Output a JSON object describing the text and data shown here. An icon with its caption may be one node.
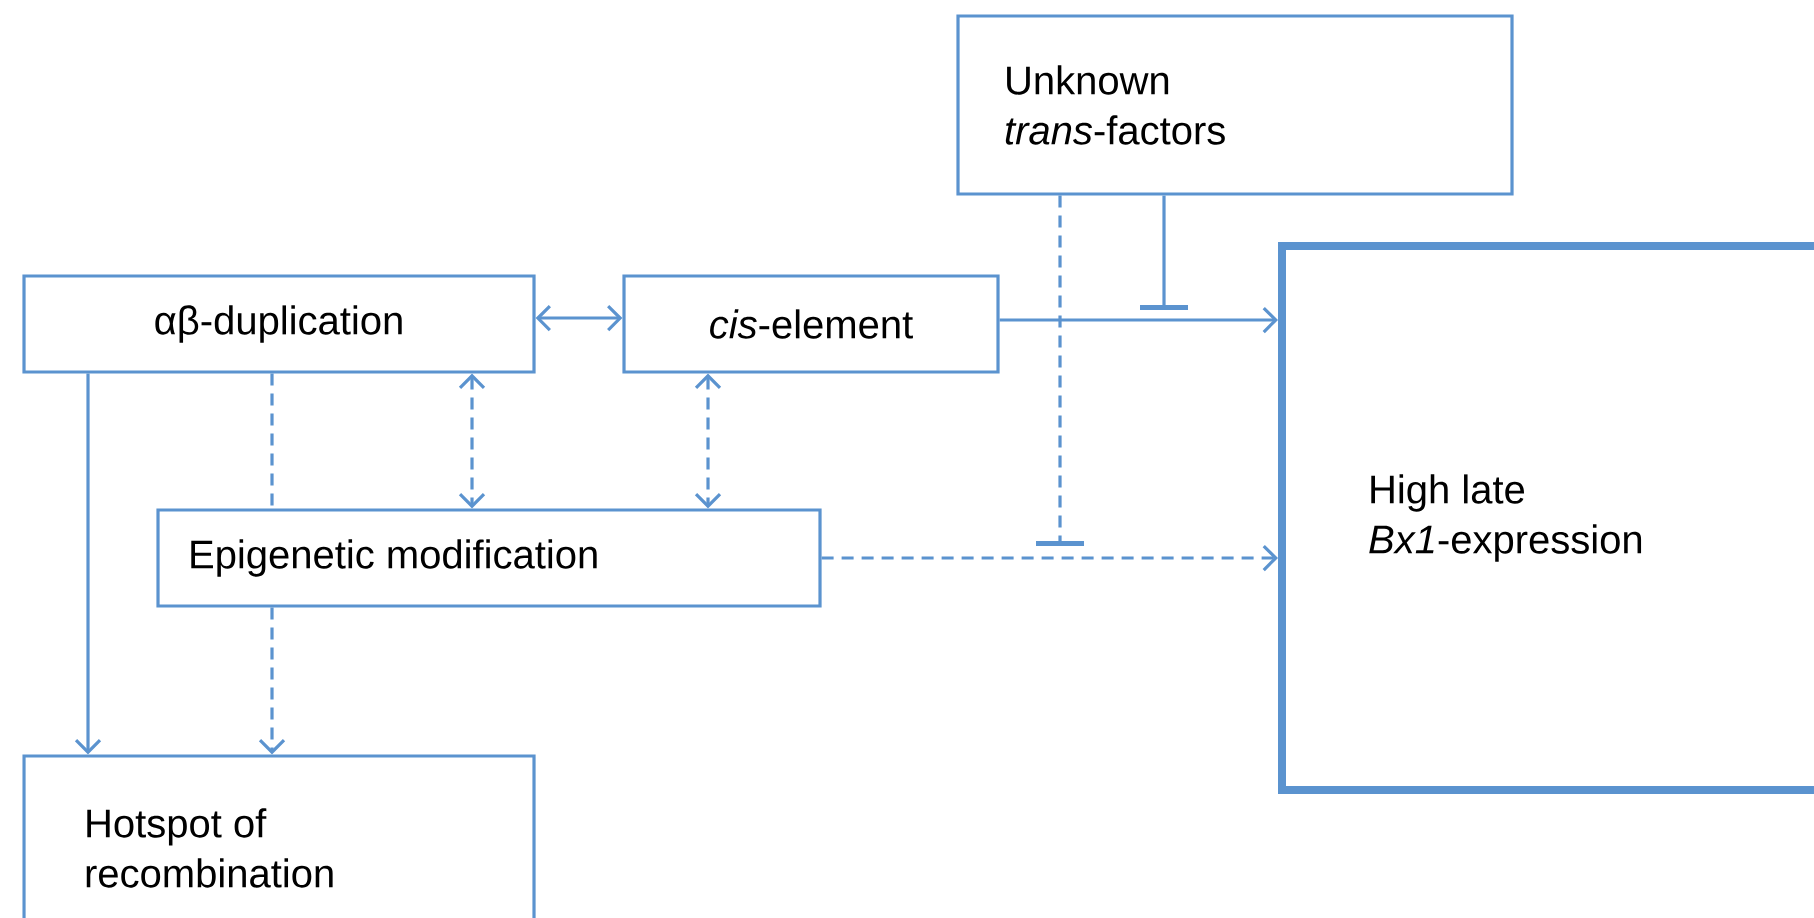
{
  "diagram": {
    "nodes": [
      {
        "text": [
          "αβ-duplication"
        ]
      },
      {
        "text": [
          "*cis*-element"
        ]
      },
      {
        "text": [
          "Unknown *trans*-factors"
        ]
      },
      {
        "text": [
          "High late *Bx1*-expression"
        ]
      },
      {
        "text": [
          "Epigenetic modification"
        ]
      },
      {
        "text": [
          "Hotspot of recombination"
        ]
      }
    ],
    "edges": [
      {
        "from": 0,
        "to": 1,
        "arrow": "both"
      },
      {
        "from": 1,
        "to": 3,
        "arrow": "to"
      },
      {
        "from": 2,
        "to": null,
        "arrow": "other"
      },
      {
        "from": 2,
        "to": null,
        "arrow": "other",
        "style": "dashed"
      },
      {
        "from": 4,
        "to": 3,
        "arrow": "to",
        "style": "dashed"
      },
      {
        "from": 0,
        "to": 5,
        "arrow": "to"
      },
      {
        "from": 0,
        "to": 4,
        "arrow": "none",
        "style": "dashed"
      },
      {
        "from": 4,
        "to": 5,
        "arrow": "to",
        "style": "dashed"
      },
      {
        "from": 0,
        "to": 4,
        "arrow": "both",
        "style": "dashed"
      },
      {
        "from": 1,
        "to": 4,
        "arrow": "both",
        "style": "dashed"
      }
    ]
  }
}
